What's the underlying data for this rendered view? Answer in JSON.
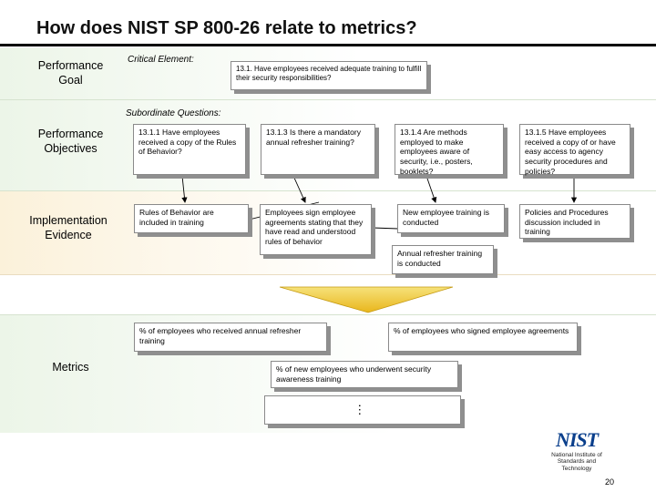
{
  "title": "How does NIST SP 800-26 relate to metrics?",
  "rows": {
    "goal": "Performance Goal",
    "objectives": "Performance Objectives",
    "evidence": "Implementation Evidence",
    "metrics": "Metrics"
  },
  "critical_element": {
    "label": "Critical Element:",
    "text": "13.1. Have employees received adequate training to fulfill their security responsibilities?"
  },
  "subordinate_label": "Subordinate Questions:",
  "questions": [
    "13.1.1 Have employees received a copy of the Rules of Behavior?",
    "13.1.3 Is there a mandatory annual refresher training?",
    "13.1.4 Are methods employed to make employees aware of security, i.e., posters, booklets?",
    "13.1.5 Have employees received a copy of or have easy access to agency security procedures and policies?"
  ],
  "evidence": [
    "Rules of Behavior are included in training",
    "Employees sign employee agreements stating that they have read and understood rules of behavior",
    "New employee training is conducted",
    "Policies and Procedures discussion included in training",
    "Annual refresher training is conducted"
  ],
  "metrics": [
    "% of employees who received annual refresher training",
    "% of employees who signed employee agreements",
    "% of new employees who underwent security awareness training",
    "…"
  ],
  "logo": {
    "wordmark": "NIST",
    "subtitle": "National Institute of Standards and Technology"
  },
  "page_number": "20",
  "colors": {
    "green_band": "#ecf5e8",
    "tan_band": "#fbf1da",
    "funnel": "#f3d24a",
    "shadow": "#8f8f8f"
  }
}
